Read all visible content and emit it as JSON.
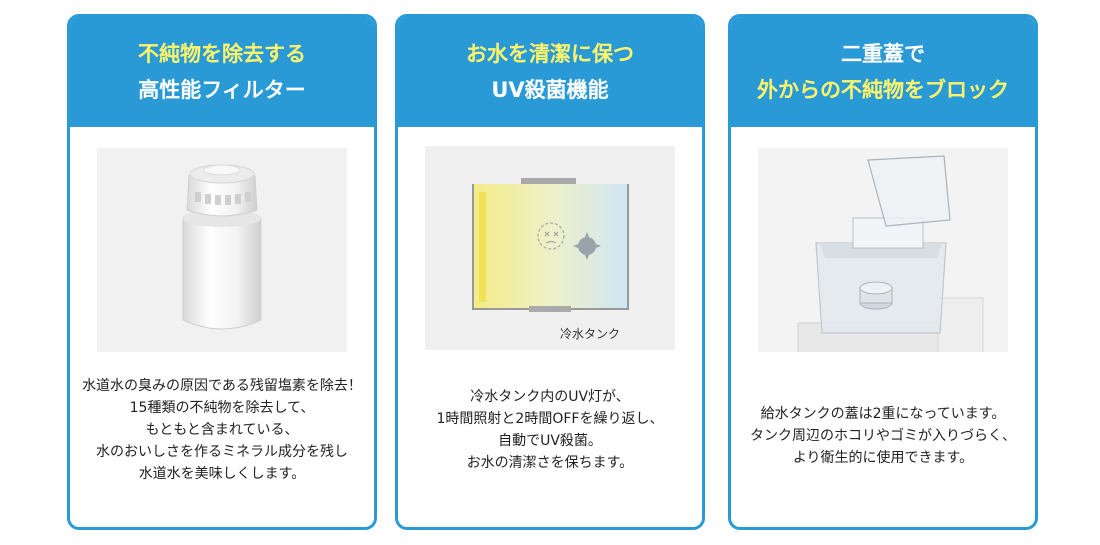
{
  "cards": [
    {
      "title_line1": "不純物を除去する",
      "title_line2": "高性能フィルター",
      "image_icon": "filter-cartridge-image",
      "description": [
        "水道水の臭みの原因である残留塩素を除去！",
        "15種類の不純物を除去して、",
        "もともと含まれている、",
        "水のおいしさを作るミネラル成分を残し",
        "水道水を美味しくします。"
      ]
    },
    {
      "title_line1": "お水を清潔に保つ",
      "title_line2": "UV殺菌機能",
      "image_icon": "uv-tank-diagram-image",
      "image_caption": "冷水タンク",
      "description": [
        "冷水タンク内のUV灯が、",
        "1時間照射と2時間OFFを繰り返し、",
        "自動でUV殺菌。",
        "お水の清潔さを保ちます。"
      ]
    },
    {
      "title_line1": "二重蓋で",
      "title_line2": "外からの不純物をブロック",
      "image_icon": "water-tank-double-lid-image",
      "description": [
        "給水タンクの蓋は2重になっています。",
        "タンク周辺のホコリやゴミが入りづらく、",
        "より衛生的に使用できます。"
      ]
    }
  ],
  "colors": {
    "accent": "#2a9ad7",
    "title_highlight": "#fff46a",
    "uv_yellow": "#f3ec86",
    "uv_blue": "#cfe5f4"
  }
}
